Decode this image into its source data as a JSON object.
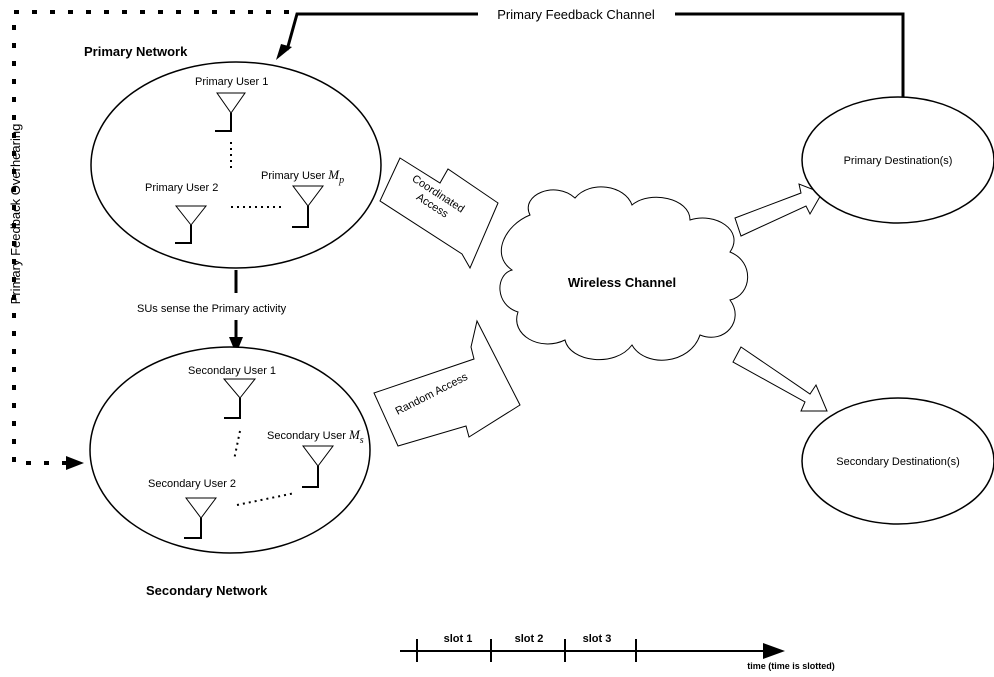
{
  "primary_feedback_channel": "Primary Feedback Channel",
  "primary_feedback_overhearing": "Primary Feedback Overhearing",
  "primary_network": {
    "title": "Primary Network",
    "user1": "Primary User 1",
    "user2": "Primary User 2",
    "userM_prefix": "Primary User ",
    "userM_var": "M",
    "userM_sub": "p"
  },
  "secondary_network": {
    "title": "Secondary Network",
    "user1": "Secondary User 1",
    "user2": "Secondary User 2",
    "userM_prefix": "Secondary User ",
    "userM_var": "M",
    "userM_sub": "s"
  },
  "sense_label": "SUs sense the  Primary activity",
  "coordinated_access": {
    "line1": "Coordinated",
    "line2": "Access"
  },
  "random_access": "Random Access",
  "wireless_channel": "Wireless Channel",
  "primary_destination": "Primary Destination(s)",
  "secondary_destination": "Secondary Destination(s)",
  "timeline": {
    "slot1": "slot 1",
    "slot2": "slot 2",
    "slot3": "slot 3",
    "caption": "time (time is slotted)"
  }
}
